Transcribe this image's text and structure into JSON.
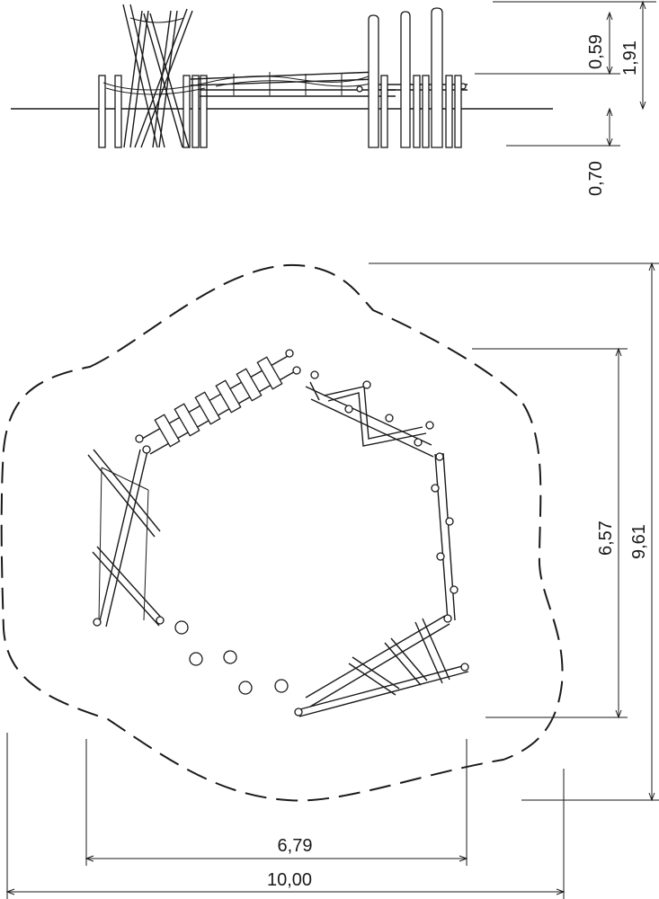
{
  "dimensions": {
    "elevation_height_top": "0,59",
    "elevation_height_total": "1,91",
    "elevation_depth": "0,70",
    "plan_depth_inner": "6,57",
    "plan_depth_outer": "9,61",
    "plan_width_inner": "6,79",
    "plan_width_outer": "10,00"
  },
  "colors": {
    "ink": "#1a1a1a",
    "paper": "#ffffff"
  }
}
